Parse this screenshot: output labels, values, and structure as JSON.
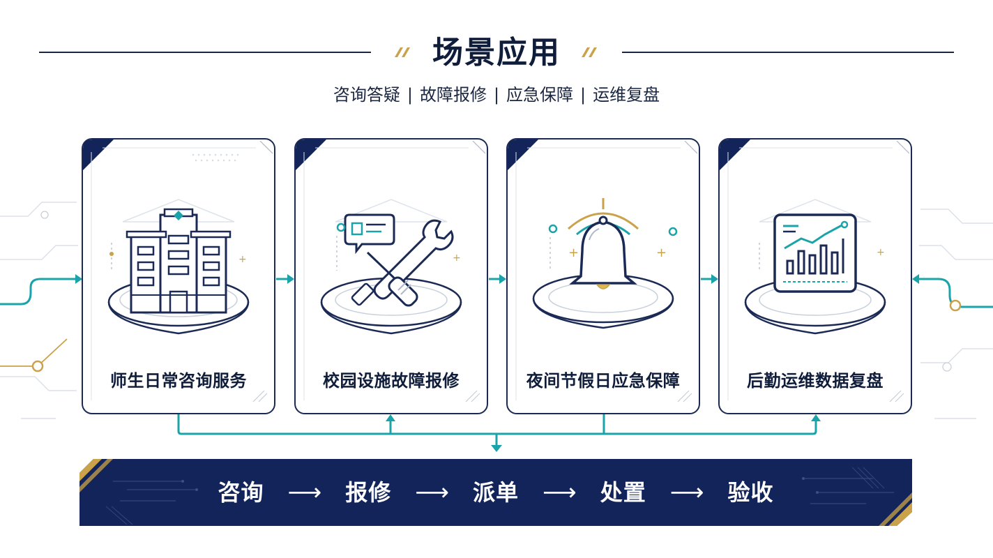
{
  "header": {
    "title": "场景应用",
    "subtitle_parts": [
      "咨询答疑",
      "故障报修",
      "应急保障",
      "运维复盘"
    ],
    "separator": "|"
  },
  "cards": [
    {
      "label": "师生日常咨询服务",
      "icon": "school-building-icon"
    },
    {
      "label": "校园设施故障报修",
      "icon": "wrench-screwdriver-icon"
    },
    {
      "label": "夜间节假日应急保障",
      "icon": "bell-alarm-icon"
    },
    {
      "label": "后勤运维数据复盘",
      "icon": "bar-chart-monitor-icon"
    }
  ],
  "flow": {
    "steps": [
      "咨询",
      "报修",
      "派单",
      "处置",
      "验收"
    ],
    "arrow": "⟶"
  },
  "colors": {
    "navy": "#13245a",
    "teal": "#1aa3a8",
    "gold": "#c9a24a",
    "text": "#0f1d3a"
  }
}
